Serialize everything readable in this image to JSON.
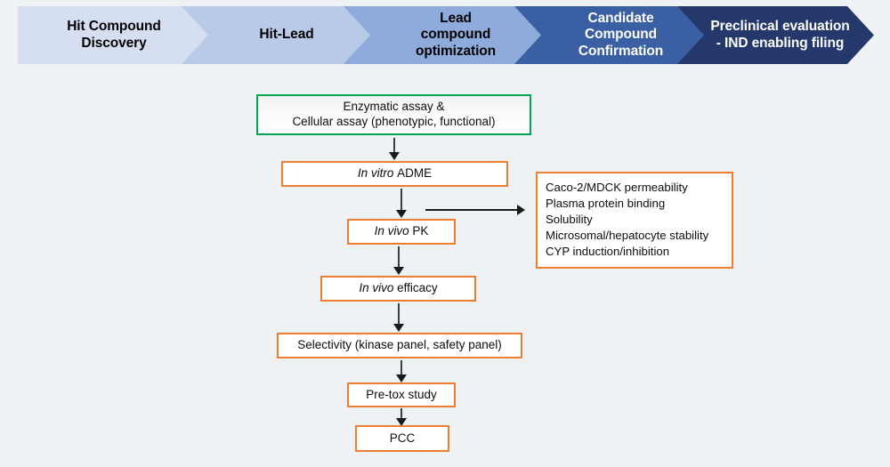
{
  "background_color": "#eef2f5",
  "banner": {
    "stages": [
      {
        "label_line1": "Hit Compound",
        "label_line2": "Discovery",
        "color": "#d6dff1"
      },
      {
        "label_line1": "Hit-Lead",
        "label_line2": "",
        "color": "#b9c9e8"
      },
      {
        "label_line1": "Lead",
        "label_line2": "compound",
        "label_line3": "optimization",
        "color": "#8fabdb"
      },
      {
        "label_line1": "Candidate",
        "label_line2": "Compound",
        "label_line3": "Confirmation",
        "color": "#3b5fa3"
      },
      {
        "label_line1": "Preclinical evaluation",
        "label_line2": "- IND enabling filing",
        "color": "#24386b"
      }
    ]
  },
  "flow": {
    "assay_box": {
      "line1": "Enzymatic assay &",
      "line2": "Cellular assay (phenotypic, functional)",
      "border_color": "#00A651"
    },
    "in_vitro_admet": {
      "italic": "In vitro",
      "rest": "ADME",
      "border_color": "#ED7D31"
    },
    "in_vivo_pk": {
      "italic": "In vivo",
      "rest": "PK",
      "border_color": "#ED7D31"
    },
    "in_vivo_efficacy": {
      "italic": "In vivo",
      "rest": "efficacy",
      "border_color": "#ED7D31"
    },
    "selectivity": {
      "label": "Selectivity (kinase panel, safety panel)",
      "border_color": "#ED7D31"
    },
    "pretox": {
      "label": "Pre-tox study",
      "border_color": "#ED7D31"
    },
    "pcc": {
      "label": "PCC",
      "border_color": "#ED7D31"
    },
    "adme_detail": {
      "items": [
        "Caco-2/MDCK permeability",
        "Plasma protein binding",
        "Solubility",
        "Microsomal/hepatocyte stability",
        "CYP induction/inhibition"
      ],
      "border_color": "#ED7D31"
    }
  }
}
